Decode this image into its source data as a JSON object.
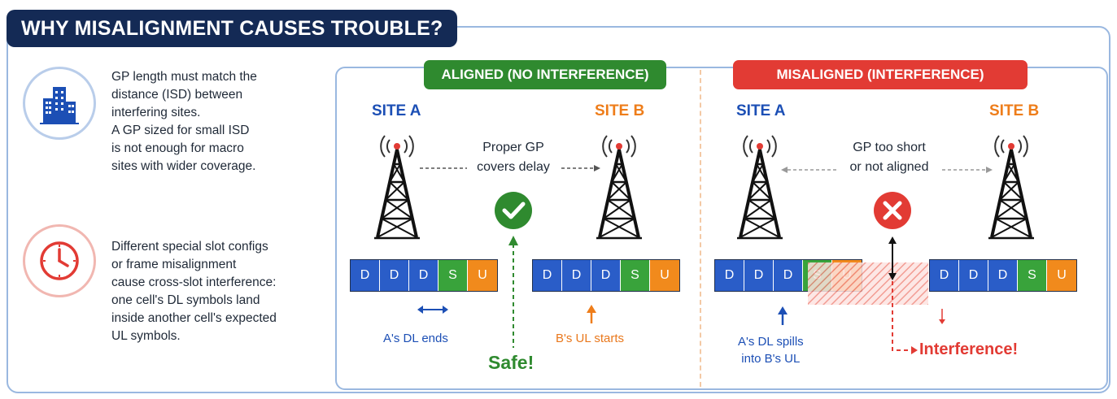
{
  "title": "WHY MISALIGNMENT CAUSES TROUBLE?",
  "side": {
    "gp_text": [
      "GP length must match the",
      "distance (ISD) between",
      "interfering sites.",
      "A GP sized for small ISD",
      "is not enough for macro",
      "sites with wider coverage."
    ],
    "slot_text": [
      "Different special slot configs",
      "or frame misalignment",
      "cause cross-slot interference:",
      "one cell's DL symbols land",
      "inside another cell's expected",
      "UL symbols."
    ]
  },
  "aligned": {
    "header": "ALIGNED (NO INTERFERENCE)",
    "site_a": "SITE A",
    "site_b": "SITE B",
    "gp_line1": "Proper GP",
    "gp_line2": "covers delay",
    "frame_a": [
      "D",
      "D",
      "D",
      "S",
      "U"
    ],
    "frame_b": [
      "D",
      "D",
      "D",
      "S",
      "U"
    ],
    "a_note": "A's DL ends",
    "b_note": "B's UL starts",
    "safe": "Safe!"
  },
  "misaligned": {
    "header": "MISALIGNED (INTERFERENCE)",
    "site_a": "SITE A",
    "site_b": "SITE B",
    "gp_line1": "GP too short",
    "gp_line2": "or not aligned",
    "frame_a": [
      "D",
      "D",
      "D",
      "S",
      "U"
    ],
    "frame_b": [
      "D",
      "D",
      "D",
      "S",
      "U"
    ],
    "a_note_line1": "A's DL spills",
    "a_note_line2": "into B's UL",
    "interference": "Interference!"
  },
  "colors": {
    "navy": "#142a55",
    "blue": "#1c4fb5",
    "orange": "#ee7d1a",
    "green": "#2f8a2f",
    "red": "#e23b34",
    "dl": "#2a5dc8",
    "special": "#39a33b",
    "ul": "#f18a1c"
  },
  "icons": [
    "buildings-icon",
    "clock-icon",
    "antenna-tower-icon",
    "check-icon",
    "x-icon"
  ]
}
